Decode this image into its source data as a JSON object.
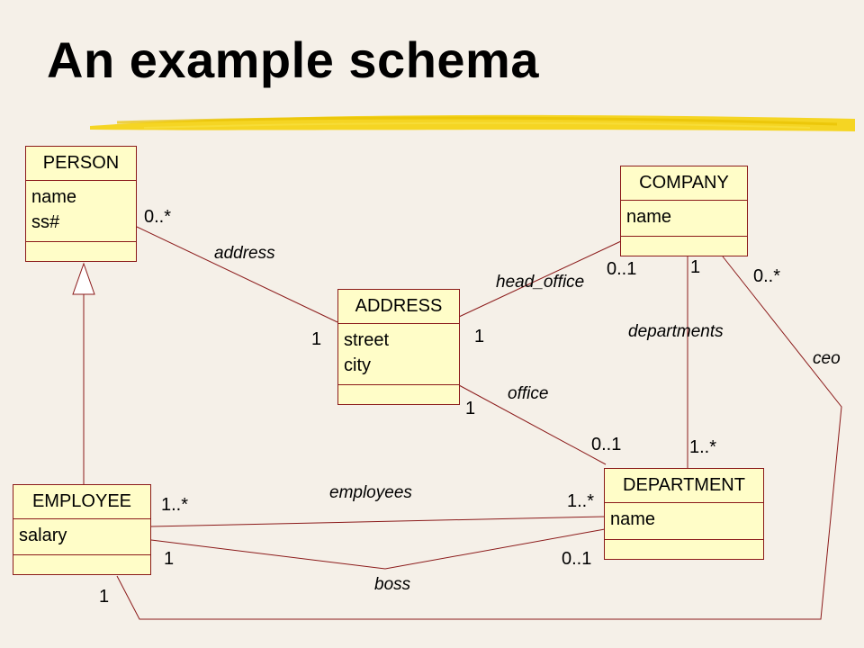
{
  "title": "An example schema",
  "classes": {
    "person": {
      "name": "PERSON",
      "attributes": [
        "name",
        "ss#"
      ]
    },
    "company": {
      "name": "COMPANY",
      "attributes": [
        "name"
      ]
    },
    "address": {
      "name": "ADDRESS",
      "attributes": [
        "street",
        "city"
      ]
    },
    "employee": {
      "name": "EMPLOYEE",
      "attributes": [
        "salary"
      ]
    },
    "department": {
      "name": "DEPARTMENT",
      "attributes": [
        "name"
      ]
    }
  },
  "associations": {
    "address": {
      "label": "address",
      "person_end": "0..*",
      "address_end": "1"
    },
    "head_office": {
      "label": "head_office",
      "address_end": "1",
      "company_end": "0..1"
    },
    "office": {
      "label": "office",
      "address_end": "1",
      "department_end": "0..1"
    },
    "departments": {
      "label": "departments",
      "company_end": "1",
      "department_end": "1..*"
    },
    "ceo": {
      "label": "ceo",
      "company_end": "0..*",
      "employee_end": "1"
    },
    "employees": {
      "label": "employees",
      "employee_end": "1..*",
      "department_end": "1..*"
    },
    "boss": {
      "label": "boss",
      "employee_end": "1",
      "department_end": "0..1"
    }
  },
  "colors": {
    "line": "#8b1a1a",
    "class_fill": "#fffdc8",
    "background": "#f5f0e8",
    "highlight": "#f4d000"
  }
}
